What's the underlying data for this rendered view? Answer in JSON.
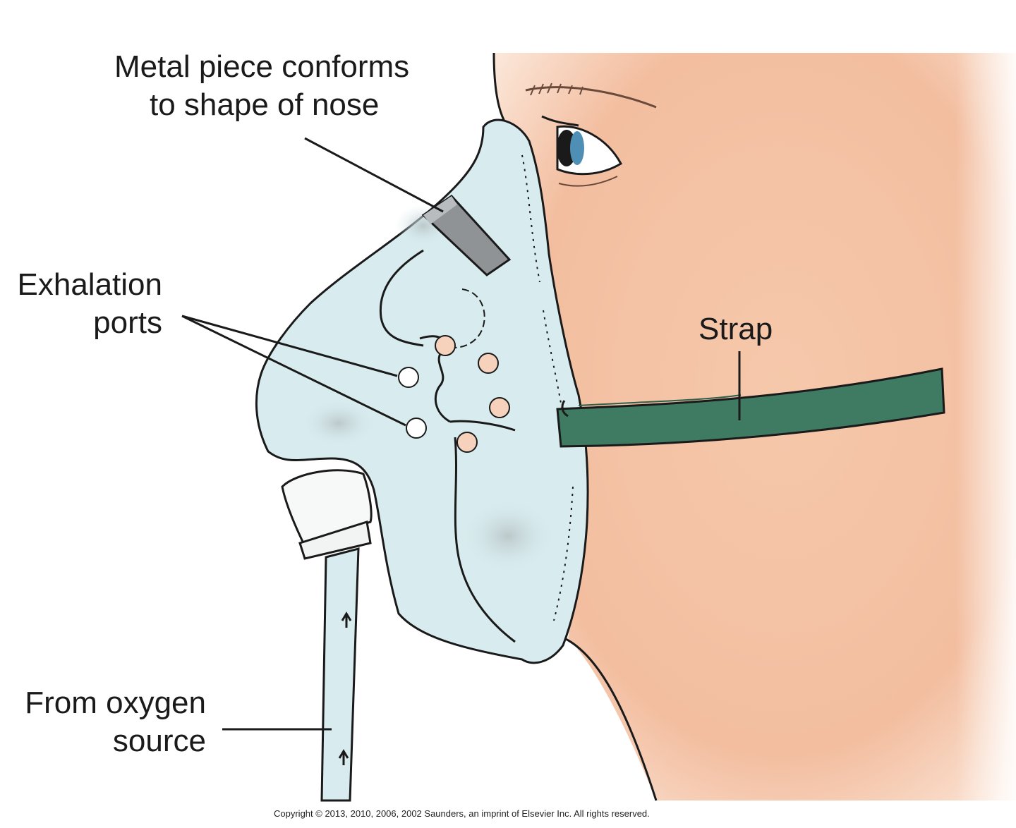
{
  "labels": {
    "metal_piece": [
      "Metal piece conforms",
      "to shape of nose"
    ],
    "exhalation_ports": [
      "Exhalation",
      "ports"
    ],
    "strap": "Strap",
    "oxygen_source": [
      "From oxygen",
      "source"
    ]
  },
  "copyright": "Copyright © 2013, 2010, 2006, 2002 Saunders, an imprint of Elsevier Inc. All rights reserved.",
  "colors": {
    "skin": "#f4c4a8",
    "mask": "#d8ecef",
    "strap": "#3f7a62",
    "metal": "#8f9395",
    "ports": "#f6d2bc",
    "outline": "#1a1a1a"
  }
}
